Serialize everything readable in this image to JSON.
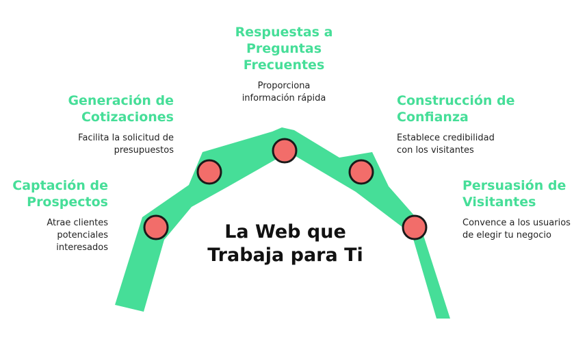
{
  "colors": {
    "accent": "#46de98",
    "node_fill": "#f26d6a",
    "node_stroke": "#1a1a1a",
    "title_text": "#111111"
  },
  "center_title": "La Web que Trabaja para Ti",
  "steps": [
    {
      "title": "Captación de Prospectos",
      "description": "Atrae clientes potenciales interesados"
    },
    {
      "title": "Generación de Cotizaciones",
      "description": "Facilita la solicitud de presupuestos"
    },
    {
      "title": "Respuestas a Preguntas Frecuentes",
      "description": "Proporciona información rápida"
    },
    {
      "title": "Construcción de Confianza",
      "description": "Establece credibilidad con los visitantes"
    },
    {
      "title": "Persuasión de Visitantes",
      "description": "Convence a los usuarios de elegir tu negocio"
    }
  ]
}
